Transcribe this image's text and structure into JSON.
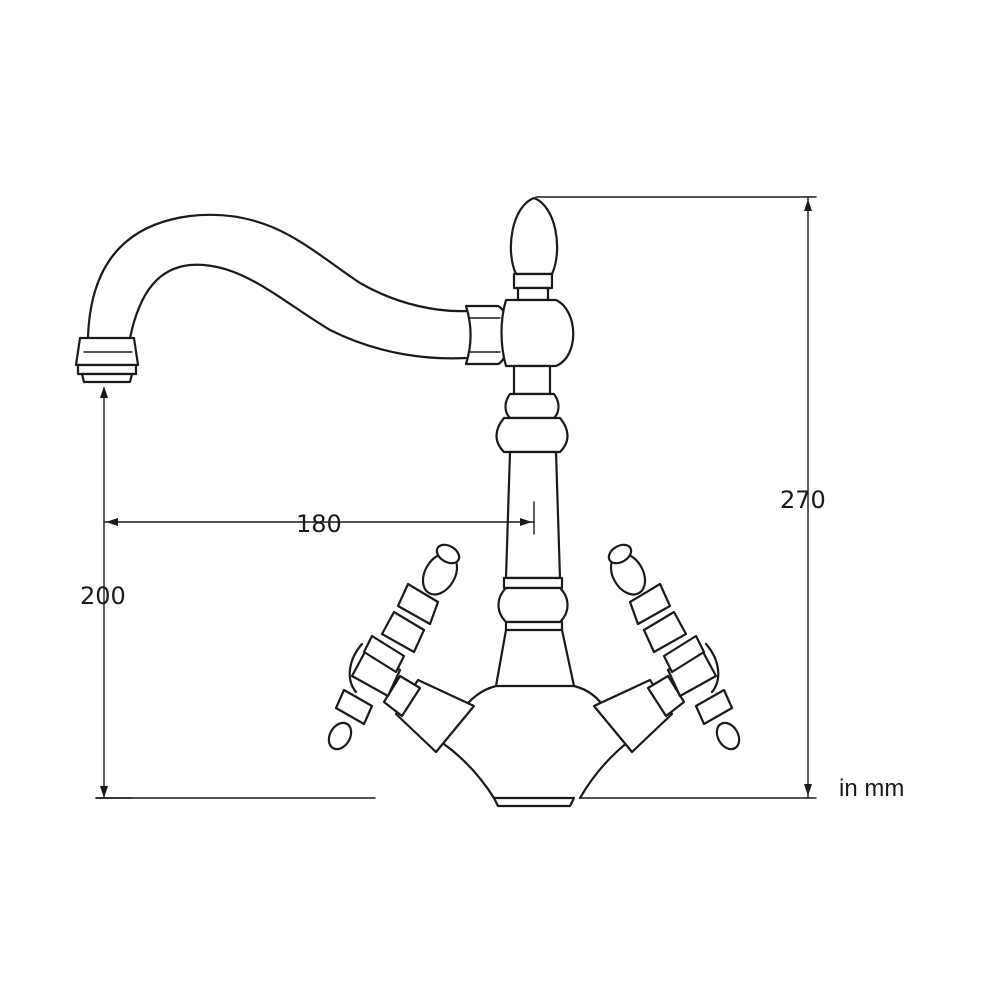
{
  "dimensions": {
    "spout_reach": "180",
    "spout_height": "200",
    "total_height": "270"
  },
  "units_label": "in mm",
  "colors": {
    "line": "#1a1a1a",
    "background": "#ffffff"
  }
}
